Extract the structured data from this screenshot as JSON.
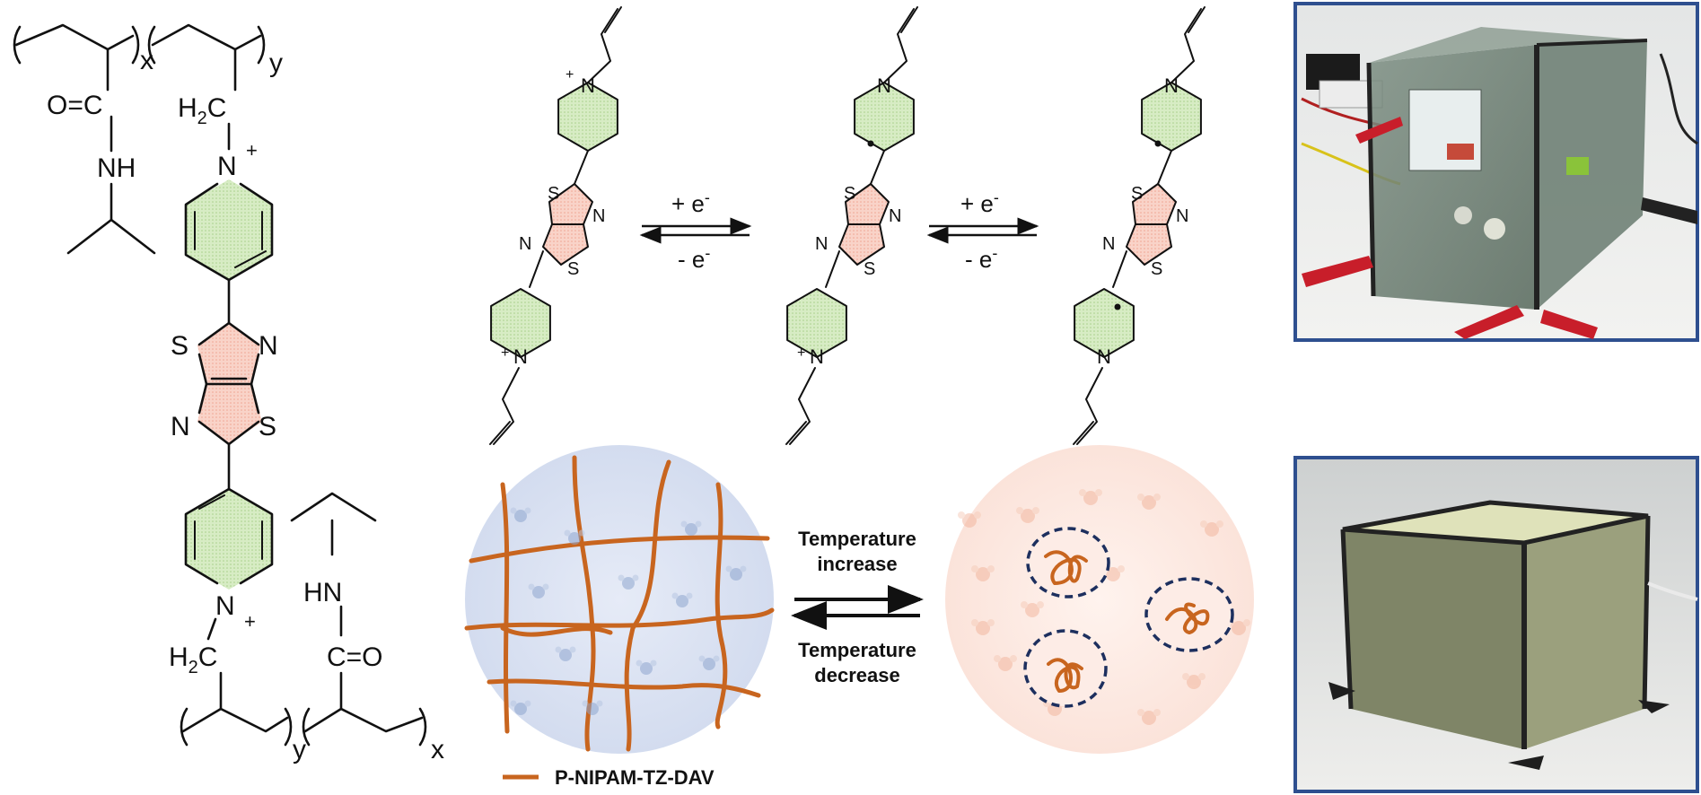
{
  "polymer": {
    "top_sub_x": "x",
    "top_sub_y": "y",
    "amide_o": "O=C",
    "nh": "NH",
    "h2c_top": "H",
    "h2c_top_sub": "2",
    "h2c_top_c": "C",
    "n_plus_top": "N",
    "plus_top": "+",
    "ring_S1": "S",
    "ring_N1": "N",
    "ring_N2": "N",
    "ring_S2": "S",
    "n_plus_bottom": "N",
    "plus_bottom": "+",
    "h2c_bottom": "H",
    "h2c_bottom_sub": "2",
    "h2c_bottom_c": "C",
    "hn": "HN",
    "c_eq_o": "C=O",
    "bottom_sub_y": "y",
    "bottom_sub_x": "x"
  },
  "redox": {
    "arrow1_top": "+ e",
    "arrow1_top_sup": "-",
    "arrow1_bottom": "- e",
    "arrow1_bottom_sup": "-",
    "arrow2_top": "+ e",
    "arrow2_top_sup": "-",
    "arrow2_bottom": "- e",
    "arrow2_bottom_sup": "-",
    "mol_S": "S",
    "mol_N": "N",
    "mol_plus": "+"
  },
  "hydrogel": {
    "forward_label_1": "Temperature",
    "forward_label_2": "increase",
    "reverse_label_1": "Temperature",
    "reverse_label_2": "decrease",
    "legend_label": "P-NIPAM-TZ-DAV",
    "chain_color": "#c8651f",
    "swollen_bg": "#dfe6f4",
    "collapsed_bg": "#fdeee8",
    "domain_border": "#1d2f5e"
  },
  "photos": {
    "frame_color": "#2e4f8f"
  }
}
